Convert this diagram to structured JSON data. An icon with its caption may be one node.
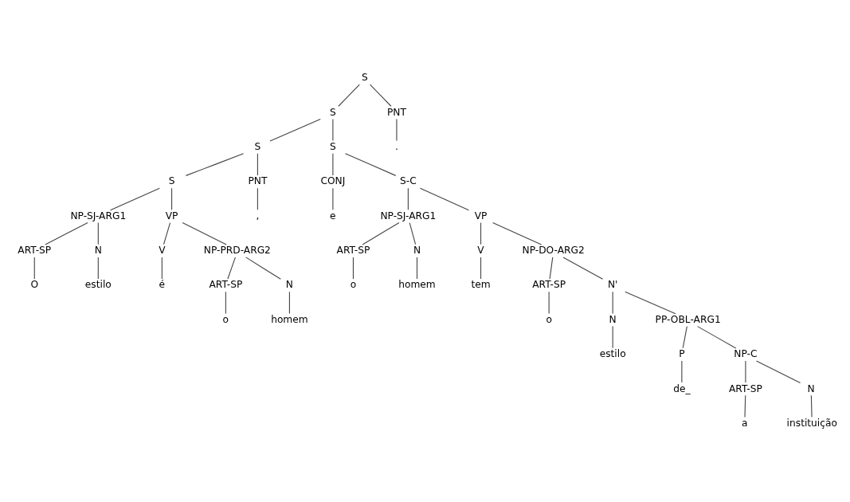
{
  "diagram": {
    "nodes": [
      {
        "text": [
          "S"
        ]
      },
      {
        "text": [
          "S"
        ]
      },
      {
        "text": [
          "S"
        ]
      },
      {
        "text": [
          "S"
        ]
      },
      {
        "text": [
          "NP-SJ-ARG1"
        ]
      },
      {
        "text": [
          "ART-SP"
        ]
      },
      {
        "text": [
          "O"
        ]
      },
      {
        "text": [
          "N"
        ]
      },
      {
        "text": [
          "estilo"
        ]
      },
      {
        "text": [
          "VP"
        ]
      },
      {
        "text": [
          "V"
        ]
      },
      {
        "text": [
          "é"
        ]
      },
      {
        "text": [
          "NP-PRD-ARG2"
        ]
      },
      {
        "text": [
          "ART-SP"
        ]
      },
      {
        "text": [
          "o"
        ]
      },
      {
        "text": [
          "N"
        ]
      },
      {
        "text": [
          "homem"
        ]
      },
      {
        "text": [
          "PNT"
        ]
      },
      {
        "text": [
          ","
        ]
      },
      {
        "text": [
          "S"
        ]
      },
      {
        "text": [
          "CONJ"
        ]
      },
      {
        "text": [
          "e"
        ]
      },
      {
        "text": [
          "S-C"
        ]
      },
      {
        "text": [
          "NP-SJ-ARG1"
        ]
      },
      {
        "text": [
          "ART-SP"
        ]
      },
      {
        "text": [
          "o"
        ]
      },
      {
        "text": [
          "N"
        ]
      },
      {
        "text": [
          "homem"
        ]
      },
      {
        "text": [
          "VP"
        ]
      },
      {
        "text": [
          "V"
        ]
      },
      {
        "text": [
          "tem"
        ]
      },
      {
        "text": [
          "NP-DO-ARG2"
        ]
      },
      {
        "text": [
          "ART-SP"
        ]
      },
      {
        "text": [
          "o"
        ]
      },
      {
        "text": [
          "N'"
        ]
      },
      {
        "text": [
          "N"
        ]
      },
      {
        "text": [
          "estilo"
        ]
      },
      {
        "text": [
          "PP-OBL-ARG1"
        ]
      },
      {
        "text": [
          "P"
        ]
      },
      {
        "text": [
          "de_"
        ]
      },
      {
        "text": [
          "NP-C"
        ]
      },
      {
        "text": [
          "ART-SP"
        ]
      },
      {
        "text": [
          "a"
        ]
      },
      {
        "text": [
          "N"
        ]
      },
      {
        "text": [
          "instituição"
        ]
      },
      {
        "text": [
          "PNT"
        ]
      },
      {
        "text": [
          "."
        ]
      }
    ],
    "edges": [
      {
        "from": 0,
        "to": 1,
        "arrow": "none"
      },
      {
        "from": 1,
        "to": 2,
        "arrow": "none"
      },
      {
        "from": 2,
        "to": 3,
        "arrow": "none"
      },
      {
        "from": 3,
        "to": 4,
        "arrow": "none"
      },
      {
        "from": 4,
        "to": 5,
        "arrow": "none"
      },
      {
        "from": 5,
        "to": 6,
        "arrow": "none"
      },
      {
        "from": 4,
        "to": 7,
        "arrow": "none"
      },
      {
        "from": 7,
        "to": 8,
        "arrow": "none"
      },
      {
        "from": 3,
        "to": 9,
        "arrow": "none"
      },
      {
        "from": 9,
        "to": 10,
        "arrow": "none"
      },
      {
        "from": 10,
        "to": 11,
        "arrow": "none"
      },
      {
        "from": 9,
        "to": 12,
        "arrow": "none"
      },
      {
        "from": 12,
        "to": 13,
        "arrow": "none"
      },
      {
        "from": 13,
        "to": 14,
        "arrow": "none"
      },
      {
        "from": 12,
        "to": 15,
        "arrow": "none"
      },
      {
        "from": 15,
        "to": 16,
        "arrow": "none"
      },
      {
        "from": 2,
        "to": 17,
        "arrow": "none"
      },
      {
        "from": 17,
        "to": 18,
        "arrow": "none"
      },
      {
        "from": 1,
        "to": 19,
        "arrow": "none"
      },
      {
        "from": 19,
        "to": 20,
        "arrow": "none"
      },
      {
        "from": 20,
        "to": 21,
        "arrow": "none"
      },
      {
        "from": 19,
        "to": 22,
        "arrow": "none"
      },
      {
        "from": 22,
        "to": 23,
        "arrow": "none"
      },
      {
        "from": 23,
        "to": 24,
        "arrow": "none"
      },
      {
        "from": 24,
        "to": 25,
        "arrow": "none"
      },
      {
        "from": 23,
        "to": 26,
        "arrow": "none"
      },
      {
        "from": 26,
        "to": 27,
        "arrow": "none"
      },
      {
        "from": 22,
        "to": 28,
        "arrow": "none"
      },
      {
        "from": 28,
        "to": 29,
        "arrow": "none"
      },
      {
        "from": 29,
        "to": 30,
        "arrow": "none"
      },
      {
        "from": 28,
        "to": 31,
        "arrow": "none"
      },
      {
        "from": 31,
        "to": 32,
        "arrow": "none"
      },
      {
        "from": 32,
        "to": 33,
        "arrow": "none"
      },
      {
        "from": 31,
        "to": 34,
        "arrow": "none"
      },
      {
        "from": 34,
        "to": 35,
        "arrow": "none"
      },
      {
        "from": 35,
        "to": 36,
        "arrow": "none"
      },
      {
        "from": 34,
        "to": 37,
        "arrow": "none"
      },
      {
        "from": 37,
        "to": 38,
        "arrow": "none"
      },
      {
        "from": 38,
        "to": 39,
        "arrow": "none"
      },
      {
        "from": 37,
        "to": 40,
        "arrow": "none"
      },
      {
        "from": 40,
        "to": 41,
        "arrow": "none"
      },
      {
        "from": 41,
        "to": 42,
        "arrow": "none"
      },
      {
        "from": 40,
        "to": 43,
        "arrow": "none"
      },
      {
        "from": 43,
        "to": 44,
        "arrow": "none"
      },
      {
        "from": 0,
        "to": 45,
        "arrow": "none"
      },
      {
        "from": 45,
        "to": 46,
        "arrow": "none"
      }
    ]
  }
}
